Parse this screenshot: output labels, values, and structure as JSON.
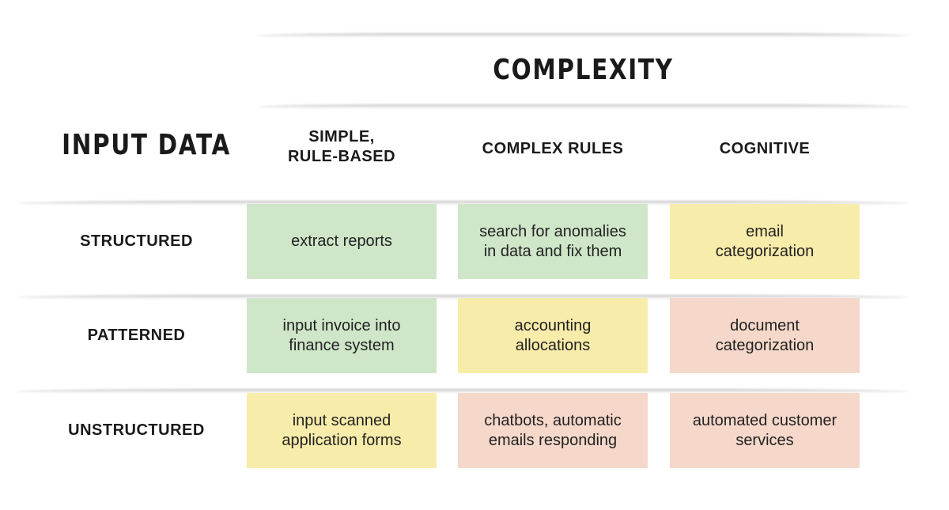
{
  "colors": {
    "green": "#cfe6c9",
    "yellow": "#f8ecaa",
    "salmon": "#f6d8ca"
  },
  "header": {
    "complexity": "COMPLEXITY",
    "input_data": "INPUT DATA",
    "columns": [
      "SIMPLE,\nRULE-BASED",
      "COMPLEX RULES",
      "COGNITIVE"
    ]
  },
  "rows": [
    {
      "label": "STRUCTURED",
      "cells": [
        {
          "text": "extract reports",
          "color": "green"
        },
        {
          "text": "search for anomalies\nin data and fix them",
          "color": "green"
        },
        {
          "text": "email\ncategorization",
          "color": "yellow"
        }
      ]
    },
    {
      "label": "PATTERNED",
      "cells": [
        {
          "text": "input invoice into\nfinance system",
          "color": "green"
        },
        {
          "text": "accounting\nallocations",
          "color": "yellow"
        },
        {
          "text": "document\ncategorization",
          "color": "salmon"
        }
      ]
    },
    {
      "label": "UNSTRUCTURED",
      "cells": [
        {
          "text": "input scanned\napplication forms",
          "color": "yellow"
        },
        {
          "text": "chatbots, automatic\nemails responding",
          "color": "salmon"
        },
        {
          "text": "automated customer\nservices",
          "color": "salmon"
        }
      ]
    }
  ]
}
